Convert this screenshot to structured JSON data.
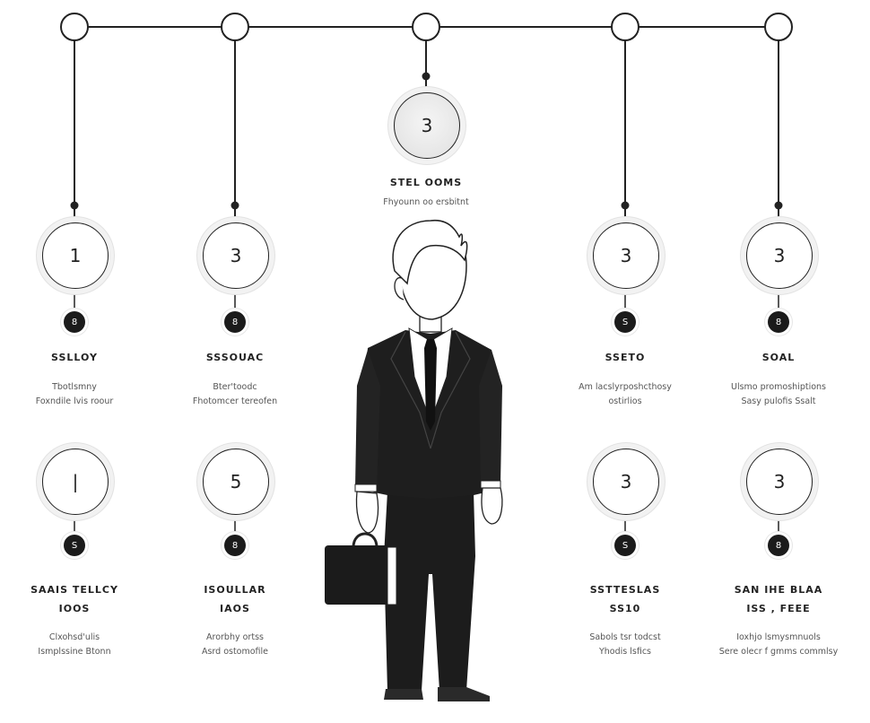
{
  "center": {
    "number": "3",
    "title": "STEL OOMS",
    "desc": "Fhyounn oo ersbitnt"
  },
  "top_nodes": [
    "",
    "",
    "",
    "",
    ""
  ],
  "row1": [
    {
      "number": "1",
      "badge": "8",
      "title": "SSLLOY",
      "desc": [
        "Tbotlsmny",
        "Foxndile lvis roour"
      ]
    },
    {
      "number": "3",
      "badge": "8",
      "title": "SSSOUAC",
      "desc": [
        "Bter'toodc",
        "Fhotomcer tereofen"
      ]
    },
    {
      "number": "3",
      "badge": "S",
      "title": "SSETO",
      "desc": [
        "Am lacslyrposhcthosy",
        "ostirlios"
      ]
    },
    {
      "number": "3",
      "badge": "8",
      "title": "SOAL",
      "desc": [
        "Ulsmo promoshiptions",
        "Sasy pulofis Ssalt"
      ]
    }
  ],
  "row2": [
    {
      "number": "|",
      "badge": "S",
      "title": "SAAIS TELLCY",
      "subtitle": "IOOS",
      "desc": [
        "Clxohsd'ulis",
        "Ismplssine Btonn"
      ]
    },
    {
      "number": "5",
      "badge": "8",
      "title": "ISOULLAR",
      "subtitle": "IAOS",
      "desc": [
        "Arorbhy ortss",
        "Asrd ostomofile"
      ]
    },
    {
      "number": "3",
      "badge": "S",
      "title": "SSTTESLAS",
      "subtitle": "SS10",
      "desc": [
        "Sabols tsr todcst",
        "Yhodis lsfics"
      ]
    },
    {
      "number": "3",
      "badge": "8",
      "title": "SAN IHE BLAA",
      "subtitle": "ISS , FEEE",
      "desc": [
        "Ioxhjo lsmysmnuols",
        "Sere olecr f gmms commlsy"
      ]
    }
  ]
}
